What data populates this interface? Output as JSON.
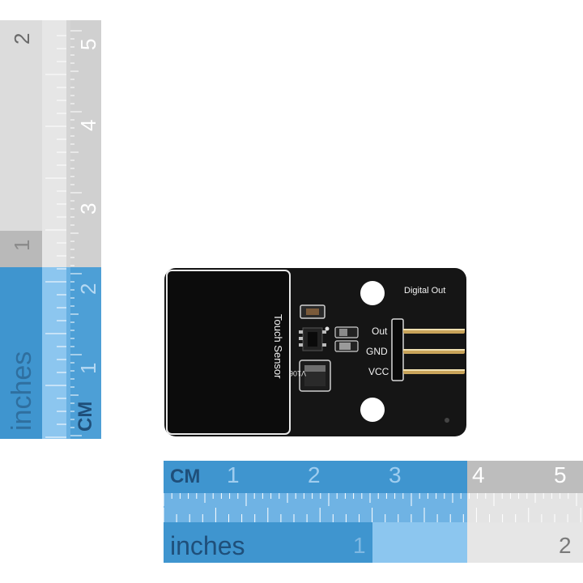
{
  "vertical_ruler": {
    "unit_cm": "CM",
    "unit_inches": "inches",
    "cm_numbers": [
      "1",
      "2",
      "3",
      "4",
      "5"
    ],
    "inch_numbers": [
      "1",
      "2"
    ]
  },
  "horizontal_ruler": {
    "unit_cm": "CM",
    "unit_inches": "inches",
    "cm_numbers": [
      "1",
      "2",
      "3",
      "4",
      "5"
    ],
    "inch_numbers": [
      "1",
      "2"
    ]
  },
  "board": {
    "pad_label": "Touch Sensor",
    "header_title": "Digital Out",
    "pins": [
      "Out",
      "GND",
      "VCC"
    ],
    "ic_marking": "V106"
  },
  "colors": {
    "ruler_blue": "#3f95cf",
    "ruler_blue_light": "#8cc6ef",
    "ruler_grey": "#d9d9d9",
    "board_black": "#111111",
    "pin_gold": "#c9a45a"
  }
}
